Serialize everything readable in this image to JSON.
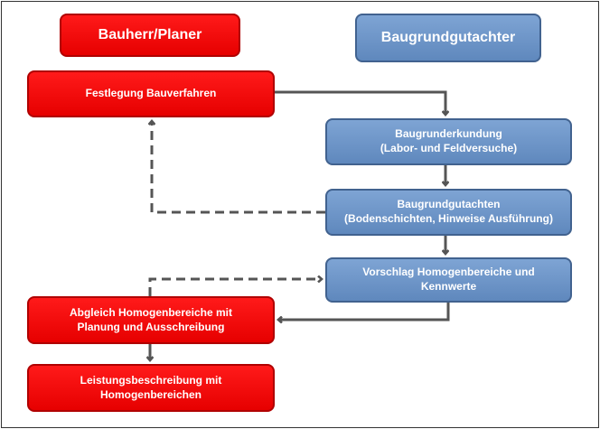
{
  "headers": {
    "left": "Bauherr/Planer",
    "right": "Baugrundgutachter"
  },
  "boxes": {
    "festlegung": "Festlegung Bauverfahren",
    "erkundung": "Baugrunderkundung\n(Labor- und Feldversuche)",
    "gutachten": "Baugrundgutachten\n(Bodenschichten, Hinweise Ausführung)",
    "vorschlag": "Vorschlag Homogenbereiche und\nKennwerte",
    "abgleich": "Abgleich Homogenbereiche mit\nPlanung und Ausschreibung",
    "leistung": "Leistungsbeschreibung mit\nHomogenbereichen"
  },
  "colors": {
    "red": "#ff0000",
    "blue": "#6e96c8",
    "arrow": "#555555"
  }
}
